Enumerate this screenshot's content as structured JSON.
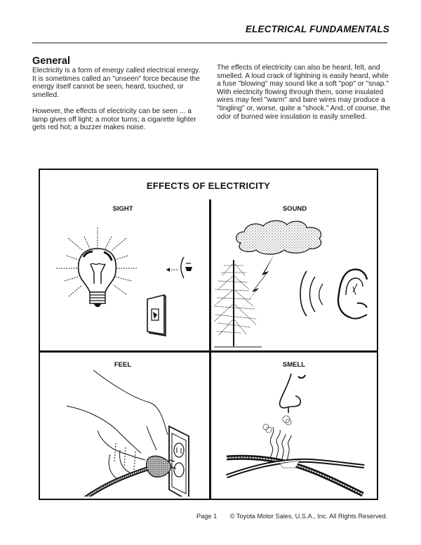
{
  "header": {
    "title": "ELECTRICAL FUNDAMENTALS"
  },
  "section": {
    "title": "General",
    "left_paragraphs": [
      "Electricity is a form of energy called electrical energy. It is sometimes called an \"unseen\" force because the energy itself cannot be seen, heard, touched, or smelled.",
      "However, the effects of electricity can be seen ... a lamp gives off light; a motor turns; a cigarette lighter gets red hot; a buzzer makes noise."
    ],
    "right_paragraphs": [
      "The effects of electricity can also be heard, felt, and smelled. A loud crack of lightning is easily heard, while a fuse \"blowing\" may sound like a soft \"pop\" or \"snap.\" With electricity flowing through them, some insulated wires may feel \"warm\" and bare wires may produce a \"tingling\" or, worse, quite a \"shock.\" And, of course, the odor of burned wire insulation is easily smelled."
    ]
  },
  "figure": {
    "title": "EFFECTS OF ELECTRICITY",
    "panels": [
      {
        "label": "SIGHT",
        "illustration": "light-bulb-eye-switch"
      },
      {
        "label": "SOUND",
        "illustration": "cloud-lightning-tree-ear"
      },
      {
        "label": "FEEL",
        "illustration": "hand-plug-outlet"
      },
      {
        "label": "SMELL",
        "illustration": "nose-smoke-burning-wires"
      }
    ]
  },
  "footer": {
    "page": "Page 1",
    "copyright": "© Toyota Motor Sales, U.S.A., Inc. All Rights Reserved."
  }
}
